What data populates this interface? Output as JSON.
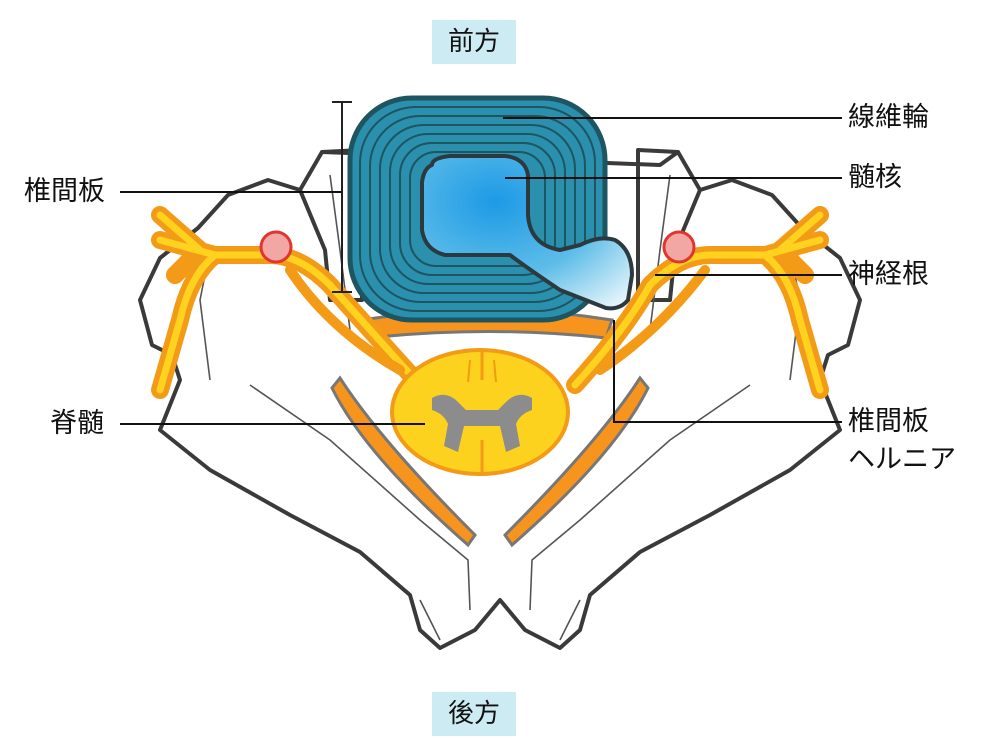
{
  "orientation": {
    "front": "前方",
    "back": "後方"
  },
  "labels": {
    "annulus_fibrosus": "線維輪",
    "nucleus_pulposus": "髄核",
    "intervertebral_disc": "椎間板",
    "nerve_root": "神経根",
    "spinal_cord": "脊髄",
    "disc_herniation_line1": "椎間板",
    "disc_herniation_line2": "ヘルニア"
  },
  "colors": {
    "annulus": "#2b8fae",
    "annulus_outline": "#1d5561",
    "nucleus": "#2ea6e3",
    "nerve": "#f7a21b",
    "nerve_inner": "#ffd21f",
    "spinal_cord": "#fdd21e",
    "grey_matter": "#8c8c8c",
    "ganglion": "#f2a7a4",
    "tag_background": "#cdebf3"
  }
}
